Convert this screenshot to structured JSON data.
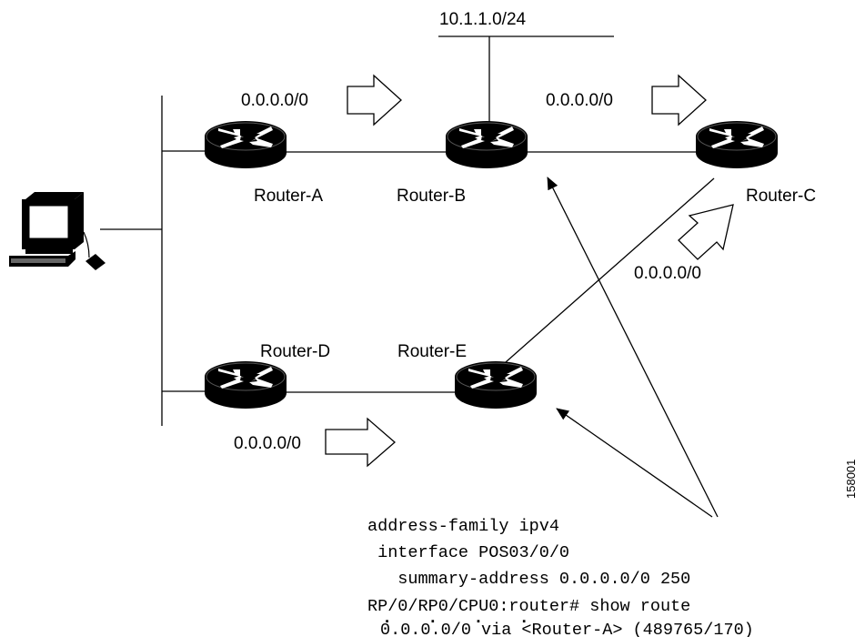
{
  "diagram": {
    "network_label": "10.1.1.0/24",
    "routers": {
      "a": "Router-A",
      "b": "Router-B",
      "c": "Router-C",
      "d": "Router-D",
      "e": "Router-E"
    },
    "route_labels": {
      "a_to_b": "0.0.0.0/0",
      "b_to_c": "0.0.0.0/0",
      "e_to_c": "0.0.0.0/0",
      "d_to_e": "0.0.0.0/0"
    },
    "config": {
      "line1": "address-family ipv4",
      "line2": " interface POS03/0/0",
      "line3": "   summary-address 0.0.0.0/0 250"
    },
    "show": {
      "prompt": "RP/0/RP0/CPU0:router# show route",
      "dots": ". . . .",
      "result": "0.0.0.0/0 via <Router-A> (489765/170)"
    },
    "figure_id": "158001"
  }
}
